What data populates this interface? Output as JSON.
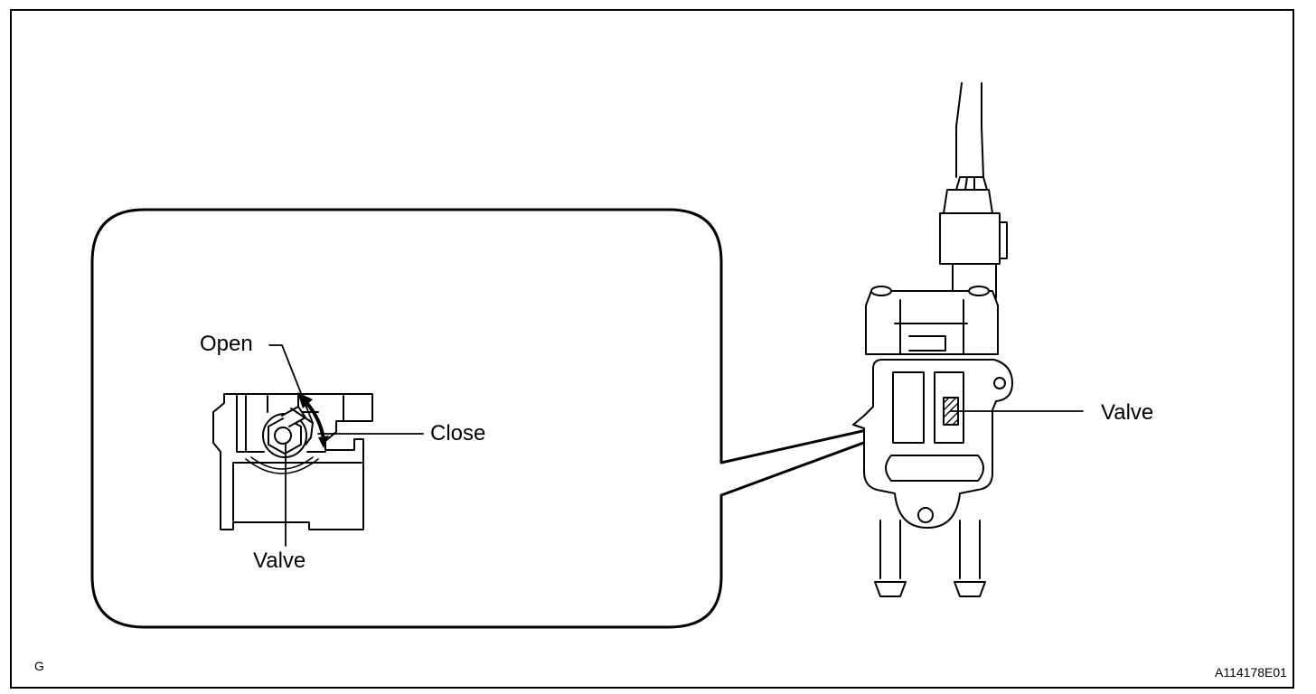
{
  "labels": {
    "open": "Open",
    "close": "Close",
    "valve_detail": "Valve",
    "valve_main": "Valve"
  },
  "footer": {
    "left_mark": "G",
    "figure_id": "A114178E01"
  }
}
